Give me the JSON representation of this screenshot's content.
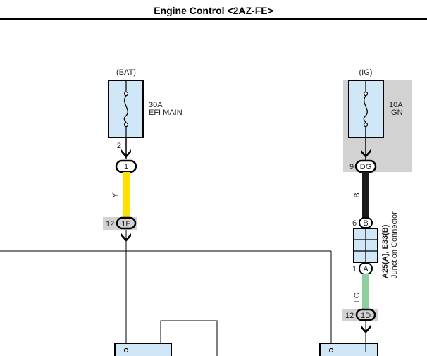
{
  "title": "Engine Control <2AZ-FE>",
  "colors": {
    "fuse_fill": "#cfe7f7",
    "ig_shade": "#d2d2d2",
    "wire_yellow": "#ffe000",
    "wire_black": "#1a1a1a",
    "wire_green": "#8fcf9f",
    "pin_shade": "#d2d2d2"
  },
  "left_branch": {
    "source_label": "(BAT)",
    "fuse_rating": "30A",
    "fuse_name": "EFI MAIN",
    "fuse_pin": "2",
    "connector_pin": "1",
    "wire_color": "Y",
    "junction_pin_number": "12",
    "junction_pin_code": "1E"
  },
  "right_branch": {
    "source_label": "(IG)",
    "fuse_rating": "10A",
    "fuse_name": "IGN",
    "connector_pin_number": "9",
    "connector_pin_code": "DG",
    "upper_wire_color": "B",
    "jc_top_pin_number": "6",
    "jc_top_pin_code": "B",
    "jc_id": "A25(A), E33(B)",
    "jc_name": "Junction Connector",
    "jc_bottom_pin_number": "1",
    "jc_bottom_pin_code": "A",
    "lower_wire_color": "LG",
    "junction_pin_number": "12",
    "junction_pin_code": "1D"
  }
}
